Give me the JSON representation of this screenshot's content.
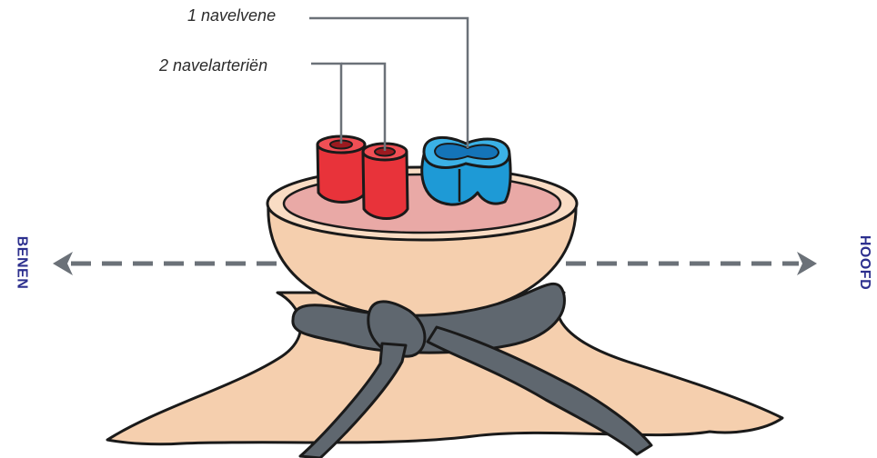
{
  "labels": {
    "vein": "1 navelvene",
    "arteries": "2 navelarteriën"
  },
  "directions": {
    "left": "BENEN",
    "right": "HOOFD"
  },
  "colors": {
    "skin": "#f5cfae",
    "cut_surface": "#e9a9a6",
    "artery": "#e8333a",
    "vein": "#1e9ad6",
    "tie": "#5f676f",
    "arrow": "#6b7178",
    "direction_text": "#2c2f8e"
  }
}
